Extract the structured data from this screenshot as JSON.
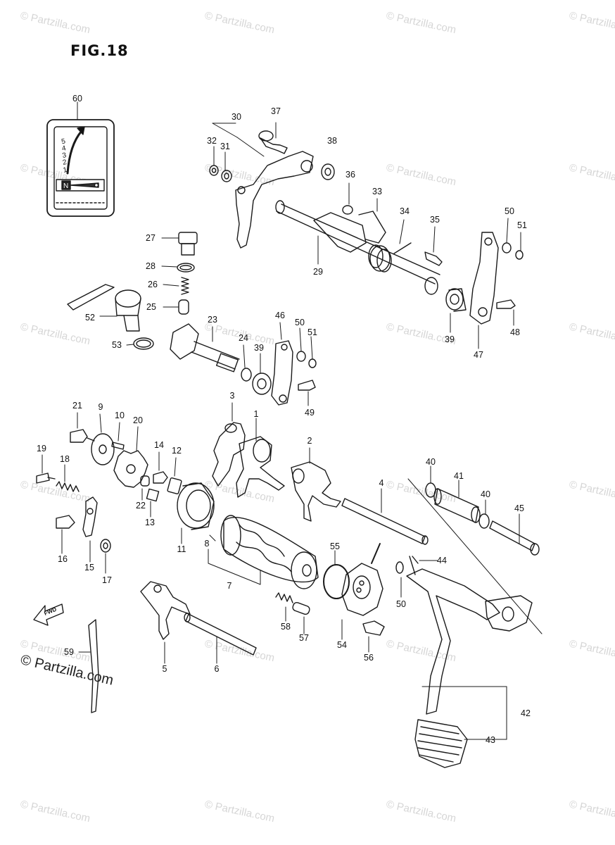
{
  "figure": {
    "title": "FIG.18",
    "copyright": "© Partzilla.com",
    "watermark": "© Partzilla.com"
  },
  "indicator": {
    "positions": [
      "1",
      "2",
      "3",
      "4",
      "5"
    ],
    "neutral": "N"
  },
  "fwd_label": "FWD",
  "callouts": [
    {
      "id": "c1",
      "text": "1"
    },
    {
      "id": "c2",
      "text": "2"
    },
    {
      "id": "c3",
      "text": "3"
    },
    {
      "id": "c4",
      "text": "4"
    },
    {
      "id": "c5",
      "text": "5"
    },
    {
      "id": "c6",
      "text": "6"
    },
    {
      "id": "c7",
      "text": "7"
    },
    {
      "id": "c8",
      "text": "8"
    },
    {
      "id": "c9",
      "text": "9"
    },
    {
      "id": "c10",
      "text": "10"
    },
    {
      "id": "c11",
      "text": "11"
    },
    {
      "id": "c12",
      "text": "12"
    },
    {
      "id": "c13",
      "text": "13"
    },
    {
      "id": "c14",
      "text": "14"
    },
    {
      "id": "c15",
      "text": "15"
    },
    {
      "id": "c16",
      "text": "16"
    },
    {
      "id": "c17",
      "text": "17"
    },
    {
      "id": "c18",
      "text": "18"
    },
    {
      "id": "c19",
      "text": "19"
    },
    {
      "id": "c20",
      "text": "20"
    },
    {
      "id": "c21",
      "text": "21"
    },
    {
      "id": "c22",
      "text": "22"
    },
    {
      "id": "c23",
      "text": "23"
    },
    {
      "id": "c24",
      "text": "24"
    },
    {
      "id": "c25",
      "text": "25"
    },
    {
      "id": "c26",
      "text": "26"
    },
    {
      "id": "c27",
      "text": "27"
    },
    {
      "id": "c28",
      "text": "28"
    },
    {
      "id": "c29",
      "text": "29"
    },
    {
      "id": "c30",
      "text": "30"
    },
    {
      "id": "c31",
      "text": "31"
    },
    {
      "id": "c32",
      "text": "32"
    },
    {
      "id": "c33",
      "text": "33"
    },
    {
      "id": "c34",
      "text": "34"
    },
    {
      "id": "c35",
      "text": "35"
    },
    {
      "id": "c36",
      "text": "36"
    },
    {
      "id": "c37",
      "text": "37"
    },
    {
      "id": "c38",
      "text": "38"
    },
    {
      "id": "c39a",
      "text": "39"
    },
    {
      "id": "c39b",
      "text": "39"
    },
    {
      "id": "c40a",
      "text": "40"
    },
    {
      "id": "c40b",
      "text": "40"
    },
    {
      "id": "c41",
      "text": "41"
    },
    {
      "id": "c42",
      "text": "42"
    },
    {
      "id": "c43",
      "text": "43"
    },
    {
      "id": "c44",
      "text": "44"
    },
    {
      "id": "c45",
      "text": "45"
    },
    {
      "id": "c46",
      "text": "46"
    },
    {
      "id": "c47",
      "text": "47"
    },
    {
      "id": "c48",
      "text": "48"
    },
    {
      "id": "c49",
      "text": "49"
    },
    {
      "id": "c50a",
      "text": "50"
    },
    {
      "id": "c50b",
      "text": "50"
    },
    {
      "id": "c50c",
      "text": "50"
    },
    {
      "id": "c51a",
      "text": "51"
    },
    {
      "id": "c51b",
      "text": "51"
    },
    {
      "id": "c52",
      "text": "52"
    },
    {
      "id": "c53",
      "text": "53"
    },
    {
      "id": "c54",
      "text": "54"
    },
    {
      "id": "c55",
      "text": "55"
    },
    {
      "id": "c56",
      "text": "56"
    },
    {
      "id": "c57",
      "text": "57"
    },
    {
      "id": "c58",
      "text": "58"
    },
    {
      "id": "c59",
      "text": "59"
    },
    {
      "id": "c60",
      "text": "60"
    }
  ]
}
